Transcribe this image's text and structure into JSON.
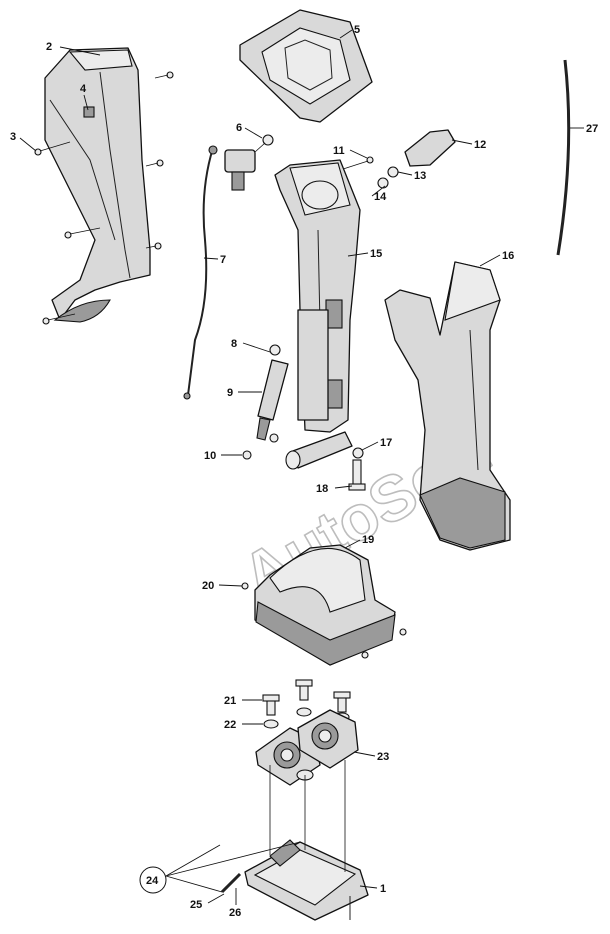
{
  "watermark": "AutoSoft",
  "callouts": [
    {
      "id": "n1",
      "text": "1"
    },
    {
      "id": "n2",
      "text": "2"
    },
    {
      "id": "n3",
      "text": "3"
    },
    {
      "id": "n4",
      "text": "4"
    },
    {
      "id": "n5",
      "text": "5"
    },
    {
      "id": "n6",
      "text": "6"
    },
    {
      "id": "n7",
      "text": "7"
    },
    {
      "id": "n8",
      "text": "8"
    },
    {
      "id": "n9",
      "text": "9"
    },
    {
      "id": "n10",
      "text": "10"
    },
    {
      "id": "n11",
      "text": "11"
    },
    {
      "id": "n12",
      "text": "12"
    },
    {
      "id": "n13",
      "text": "13"
    },
    {
      "id": "n14",
      "text": "14"
    },
    {
      "id": "n15",
      "text": "15"
    },
    {
      "id": "n16",
      "text": "16"
    },
    {
      "id": "n17",
      "text": "17"
    },
    {
      "id": "n18",
      "text": "18"
    },
    {
      "id": "n19",
      "text": "19"
    },
    {
      "id": "n20",
      "text": "20"
    },
    {
      "id": "n21",
      "text": "21"
    },
    {
      "id": "n22",
      "text": "22"
    },
    {
      "id": "n23",
      "text": "23"
    },
    {
      "id": "n24",
      "text": "24"
    },
    {
      "id": "n25",
      "text": "25"
    },
    {
      "id": "n26",
      "text": "26"
    },
    {
      "id": "n27",
      "text": "27"
    }
  ]
}
